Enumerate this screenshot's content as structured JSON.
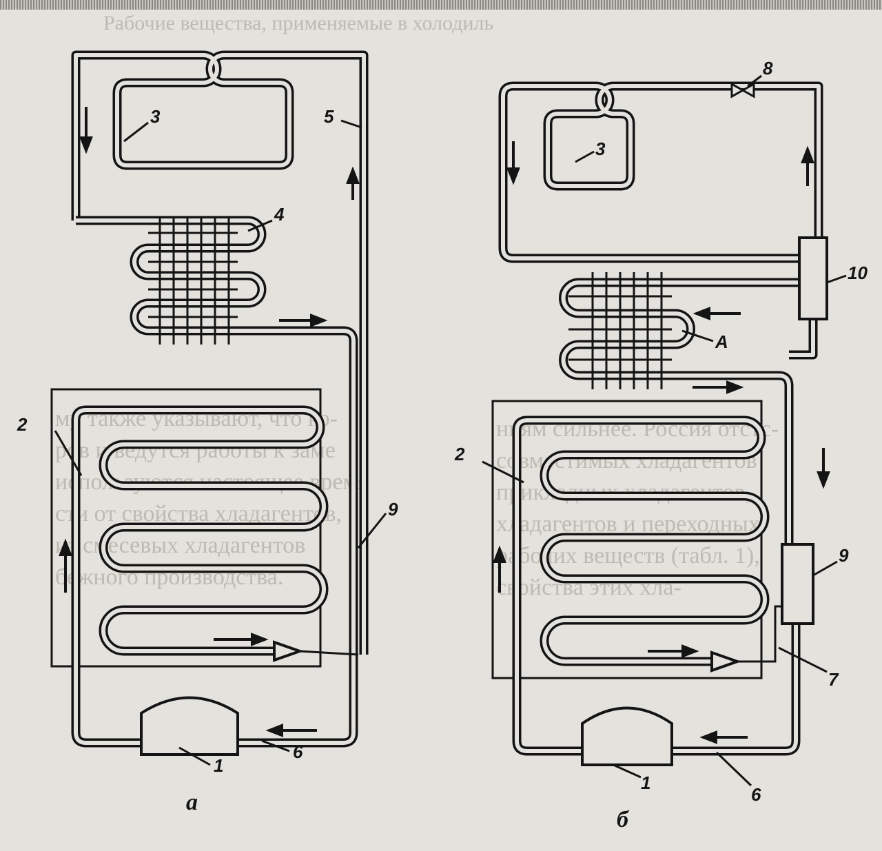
{
  "background_text": {
    "left": [
      "му также указывают, что ко-",
      "ров и ведутся работы к заме",
      "используются настоящее время",
      "сти от свойства хладагентов,",
      "из смесевых хладагентов",
      "бежного производства."
    ],
    "right": [
      "ниям сильнее. Россия отстс-",
      "совместимых хладагентов",
      "прикладных хладагентов,",
      "хладагентов и переходных",
      "рабочих веществ (табл. 1),",
      "свойства этих хла-"
    ],
    "table_heading": "Рабочие вещества, применяемые в холодиль"
  },
  "diagram_a": {
    "caption": "а",
    "labels": {
      "compressor": "1",
      "evaporator_fridge": "2",
      "evaporator_freezer": "3",
      "condenser": "4",
      "tube": "5",
      "suction_line": "6",
      "capillary": "9"
    }
  },
  "diagram_b": {
    "caption": "б",
    "labels": {
      "compressor": "1",
      "evaporator_fridge": "2",
      "evaporator_freezer": "3",
      "condenser": "A",
      "suction_line": "6",
      "tube": "7",
      "valve": "8",
      "filter": "9",
      "receiver": "10"
    }
  }
}
